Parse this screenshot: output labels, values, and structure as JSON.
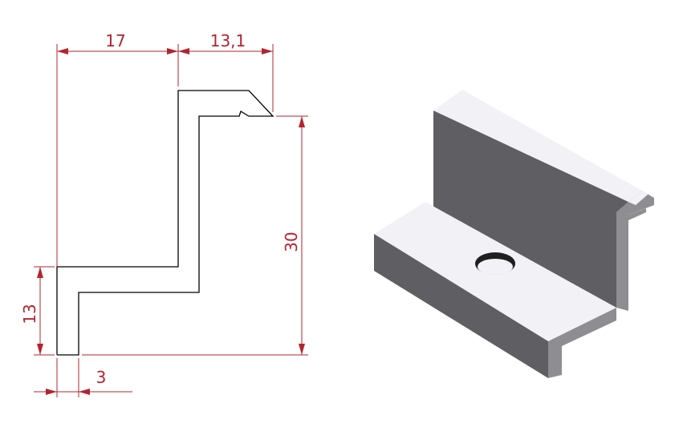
{
  "drawing": {
    "dimensions": {
      "width_left": "17",
      "width_right": "13,1",
      "height_total": "30",
      "height_base": "13",
      "thickness": "3"
    },
    "colors": {
      "dimension": "#b3242e",
      "outline": "#000000",
      "face_light": "#f2f2f6",
      "face_dark": "#5f5f63",
      "face_mid": "#8e8e92",
      "hole": "#1f1f1f"
    }
  }
}
